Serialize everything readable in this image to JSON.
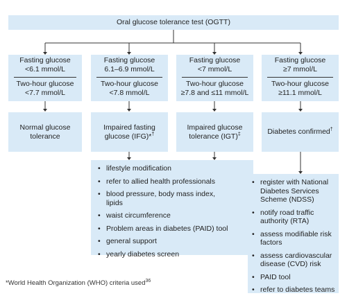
{
  "title": "Oral glucose tolerance test (OGTT)",
  "columns": [
    {
      "fasting": [
        "Fasting glucose",
        "<6.1 mmol/L"
      ],
      "twohour": [
        "Two-hour glucose",
        "<7.7 mmol/L"
      ],
      "outcome": [
        "Normal glucose",
        "tolerance"
      ],
      "outcome_sup": ""
    },
    {
      "fasting": [
        "Fasting glucose",
        "6.1–6.9 mmol/L"
      ],
      "twohour": [
        "Two-hour glucose",
        "<7.8 mmol/L"
      ],
      "outcome": [
        "Impaired fasting",
        "glucose (IFG)*"
      ],
      "outcome_sup": "†"
    },
    {
      "fasting": [
        "Fasting glucose",
        "<7 mmol/L"
      ],
      "twohour": [
        "Two-hour glucose",
        "≥7.8 and ≤11 mmol/L"
      ],
      "outcome": [
        "Impaired glucose",
        "tolerance (IGT)"
      ],
      "outcome_sup": "‡"
    },
    {
      "fasting": [
        "Fasting glucose",
        "≥7 mmol/L"
      ],
      "twohour": [
        "Two-hour glucose",
        "≥11.1 mmol/L"
      ],
      "outcome": [
        "Diabetes confirmed"
      ],
      "outcome_sup": "†"
    }
  ],
  "ifg_igt_actions": [
    "lifestyle modification",
    "refer to allied health professionals",
    "blood pressure, body mass index, lipids",
    "waist circumference",
    "Problem areas in diabetes (PAID) tool",
    "general support",
    "yearly diabetes screen"
  ],
  "diabetes_actions": [
    "register with National Diabetes Services Scheme (NDSS)",
    "notify road traffic authority (RTA)",
    "assess modifiable risk factors",
    "assess cardiovascular disease (CVD) risk",
    "PAID tool",
    "refer to diabetes teams"
  ],
  "footnote": {
    "text": "*World Health Organization (WHO) criteria used",
    "sup": "36"
  }
}
